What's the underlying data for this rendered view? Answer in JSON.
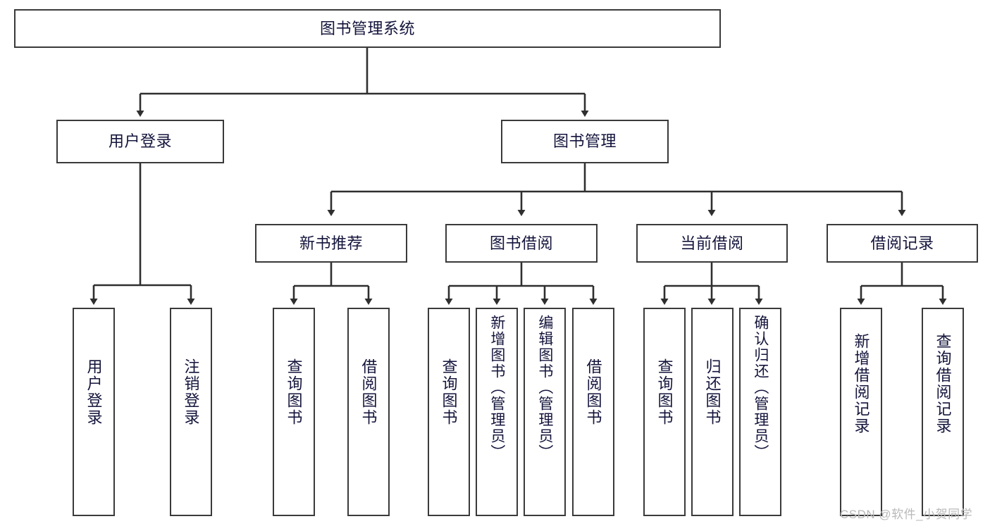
{
  "diagram": {
    "title": "图书管理系统",
    "type": "tree-hierarchy",
    "nodes": {
      "root": {
        "label": "图书管理系统"
      },
      "level2": [
        {
          "id": "user-login",
          "label": "用户登录"
        },
        {
          "id": "book-management",
          "label": "图书管理"
        }
      ],
      "level3": [
        {
          "id": "new-book-recommend",
          "label": "新书推荐"
        },
        {
          "id": "book-borrow",
          "label": "图书借阅"
        },
        {
          "id": "current-borrow",
          "label": "当前借阅"
        },
        {
          "id": "borrow-record",
          "label": "借阅记录"
        }
      ],
      "leaves": {
        "user-login": [
          {
            "id": "leaf-user-login",
            "label": "用户登录"
          },
          {
            "id": "leaf-logout-login",
            "label": "注销登录"
          }
        ],
        "new-book-recommend": [
          {
            "id": "leaf-query-book-1",
            "label": "查询图书"
          },
          {
            "id": "leaf-borrow-book-1",
            "label": "借阅图书"
          }
        ],
        "book-borrow": [
          {
            "id": "leaf-query-book-2",
            "label": "查询图书"
          },
          {
            "id": "leaf-add-book",
            "label": "新增图书（管理员）"
          },
          {
            "id": "leaf-edit-book",
            "label": "编辑图书（管理员）"
          },
          {
            "id": "leaf-borrow-book-2",
            "label": "借阅图书"
          }
        ],
        "current-borrow": [
          {
            "id": "leaf-query-book-3",
            "label": "查询图书"
          },
          {
            "id": "leaf-return-book",
            "label": "归还图书"
          },
          {
            "id": "leaf-confirm-return",
            "label": "确认归还（管理员）"
          }
        ],
        "borrow-record": [
          {
            "id": "leaf-add-record",
            "label": "新增借阅记录"
          },
          {
            "id": "leaf-query-record",
            "label": "查询借阅记录"
          }
        ]
      }
    },
    "colors": {
      "border": "#3a3a3a",
      "text": "#14143c",
      "background": "#ffffff",
      "edge": "#2f2f2f",
      "watermark": "#b9b9b9"
    }
  },
  "watermark": {
    "text": "CSDN @软件_小贺同学"
  }
}
